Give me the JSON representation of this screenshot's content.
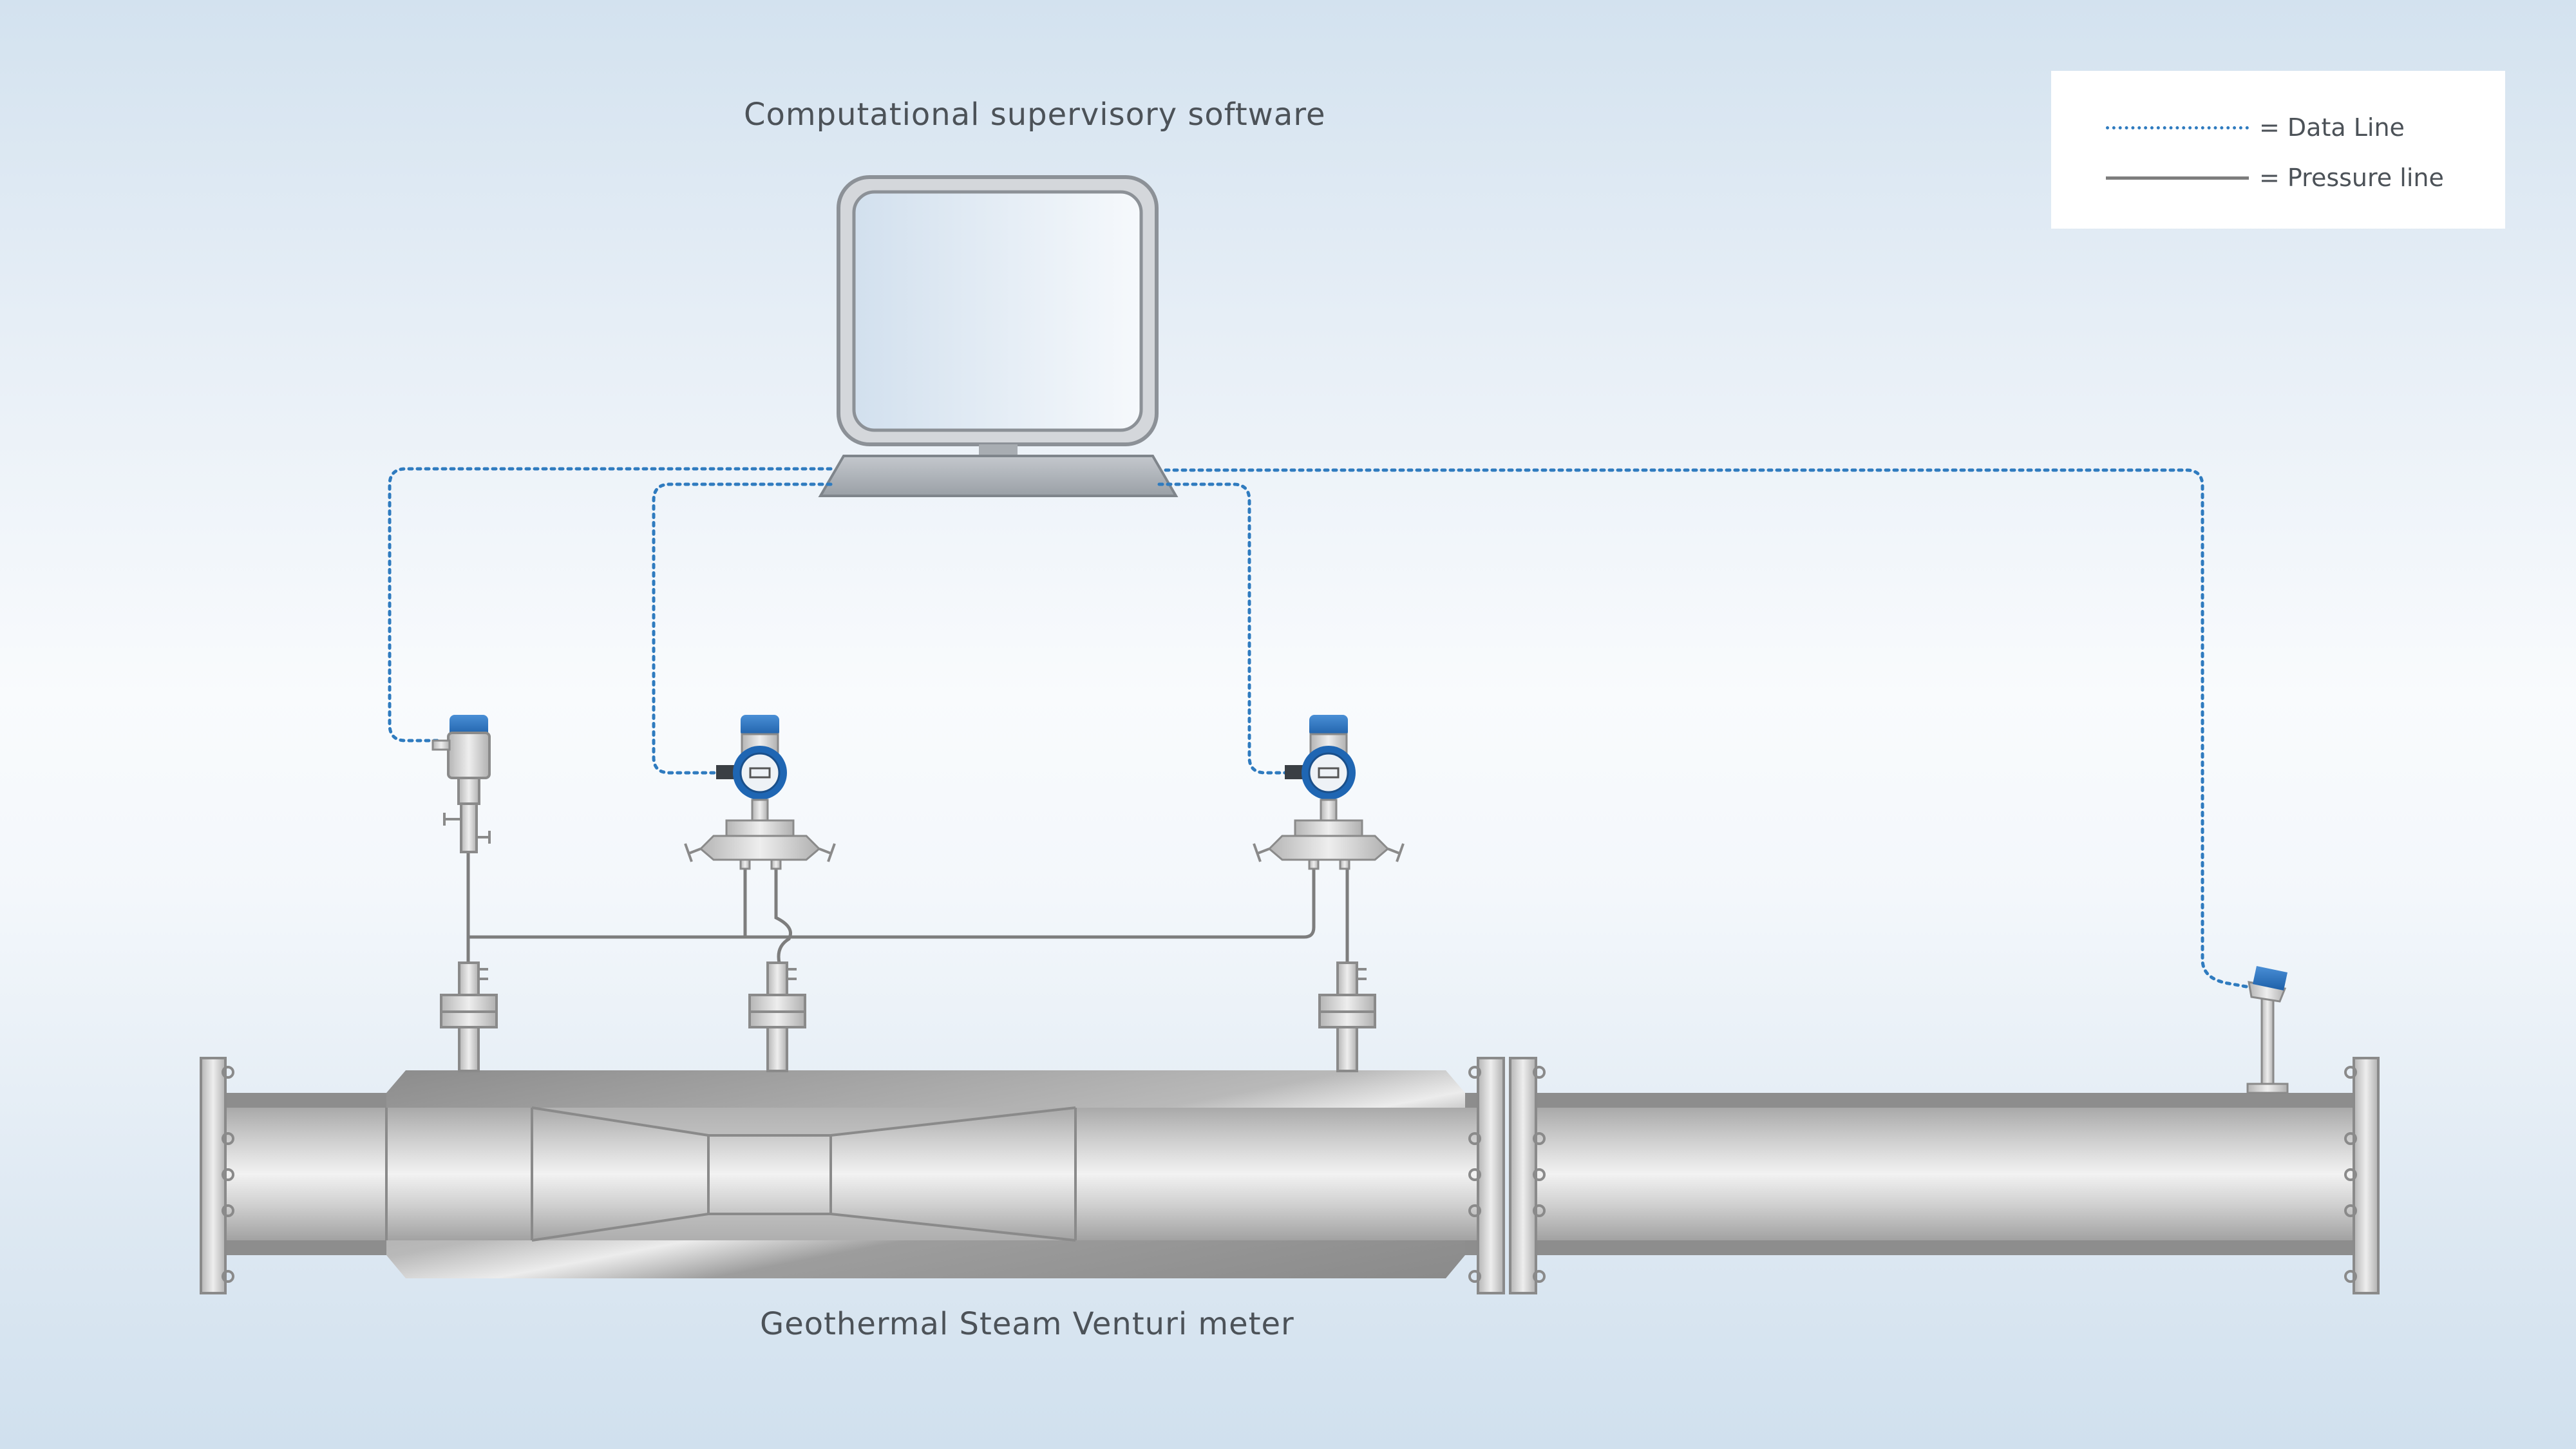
{
  "labels": {
    "software": "Computational supervisory software",
    "meter": "Geothermal Steam Venturi meter"
  },
  "legend": {
    "data_line": "= Data Line",
    "pressure_line": "= Pressure line"
  },
  "colors": {
    "data_line": "#2f7bbf",
    "pressure_line": "#7d7d7d",
    "transmitter_cap": "#1f66b3",
    "pipe": "#c9c9c9",
    "background": "#e6eef6"
  }
}
